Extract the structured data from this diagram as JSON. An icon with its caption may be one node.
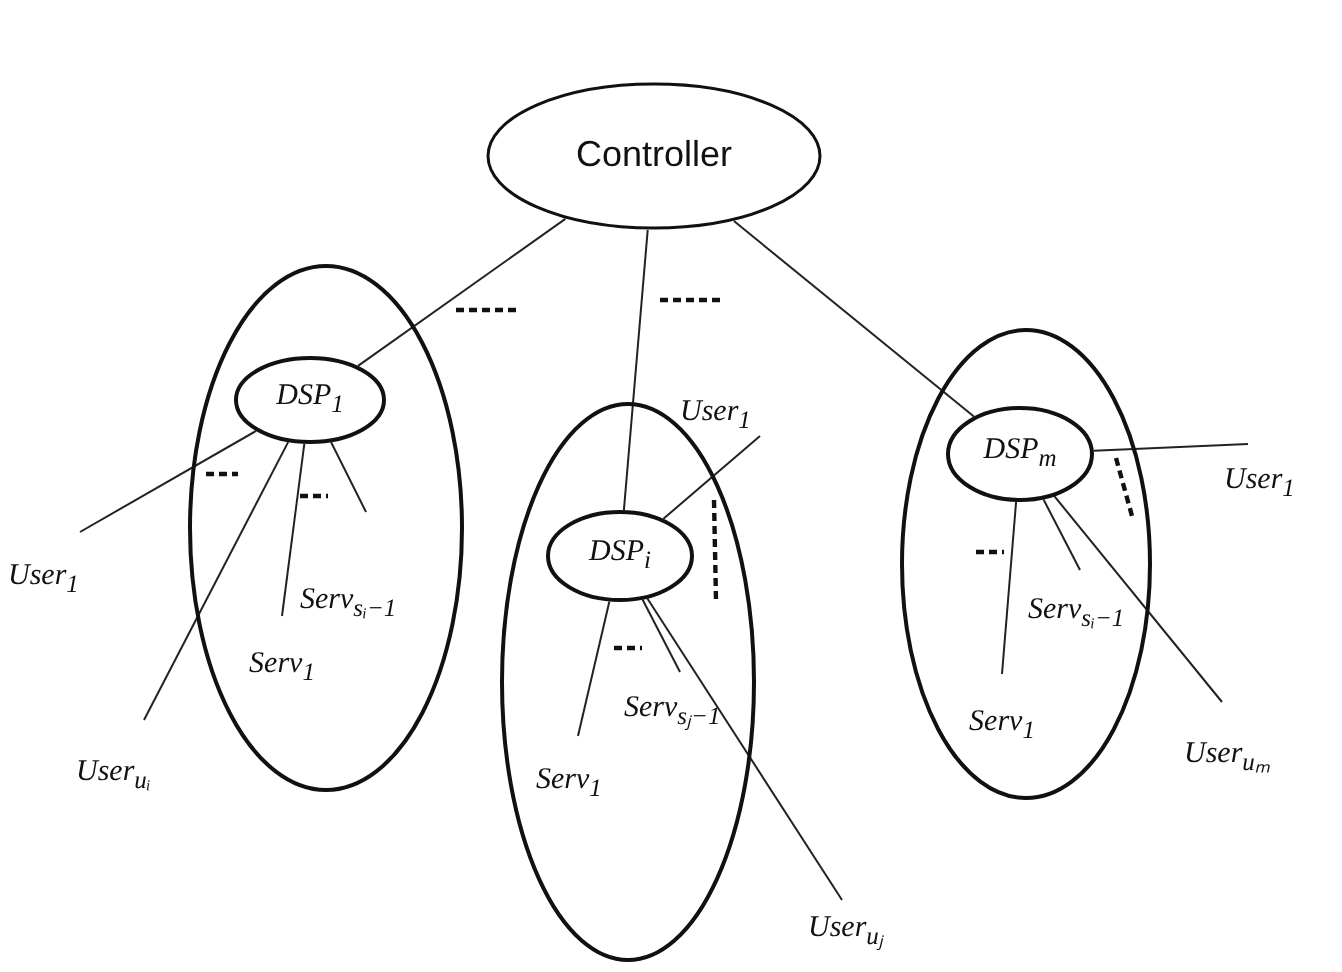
{
  "diagram": {
    "nodes": [
      {
        "text": [
          "Controller"
        ]
      },
      {
        "text": [],
        "shape": "ellipse"
      },
      {
        "text": [
          "DSP$_{1}$"
        ],
        "in": 1
      },
      {
        "text": [
          "User$_{1}$"
        ]
      },
      {
        "text": [
          "User$_{uᵢ}$"
        ]
      },
      {
        "text": [
          "Serv$_{1}$"
        ],
        "in": 1
      },
      {
        "text": [
          "Serv$_{sᵢ−1}$"
        ],
        "in": 1
      },
      {
        "text": [],
        "shape": "ellipse"
      },
      {
        "text": [
          "DSP$_{i}$"
        ],
        "in": 7
      },
      {
        "text": [
          "User$_{1}$"
        ]
      },
      {
        "text": [
          "Serv$_{sⱼ−1}$"
        ],
        "in": 7
      },
      {
        "text": [
          "Serv$_{1}$"
        ],
        "in": 7
      },
      {
        "text": [
          "User$_{uⱼ}$"
        ]
      },
      {
        "text": [],
        "shape": "ellipse"
      },
      {
        "text": [
          "DSP$_{m}$"
        ],
        "in": 13
      },
      {
        "text": [
          "User$_{1}$"
        ]
      },
      {
        "text": [
          "Serv$_{sᵢ−1}$"
        ],
        "in": 13
      },
      {
        "text": [
          "Serv$_{1}$"
        ],
        "in": 13
      },
      {
        "text": [
          "User$_{uₘ}$"
        ]
      }
    ],
    "edges": [
      {
        "from": 0,
        "to": 2,
        "arrow": "none"
      },
      {
        "from": 0,
        "to": 8,
        "arrow": "none"
      },
      {
        "from": 0,
        "to": 14,
        "arrow": "none"
      },
      {
        "from": 2,
        "to": 3,
        "arrow": "none"
      },
      {
        "from": 2,
        "to": 4,
        "arrow": "none"
      },
      {
        "from": 2,
        "to": 5,
        "arrow": "none"
      },
      {
        "from": 2,
        "to": 6,
        "arrow": "none"
      },
      {
        "from": 8,
        "to": 9,
        "arrow": "none"
      },
      {
        "from": 8,
        "to": 12,
        "arrow": "none"
      },
      {
        "from": 8,
        "to": 11,
        "arrow": "none"
      },
      {
        "from": 8,
        "to": 10,
        "arrow": "none"
      },
      {
        "from": 14,
        "to": 15,
        "arrow": "none"
      },
      {
        "from": 14,
        "to": 18,
        "arrow": "none"
      },
      {
        "from": 14,
        "to": 17,
        "arrow": "none"
      },
      {
        "from": 14,
        "to": 16,
        "arrow": "none"
      }
    ]
  }
}
